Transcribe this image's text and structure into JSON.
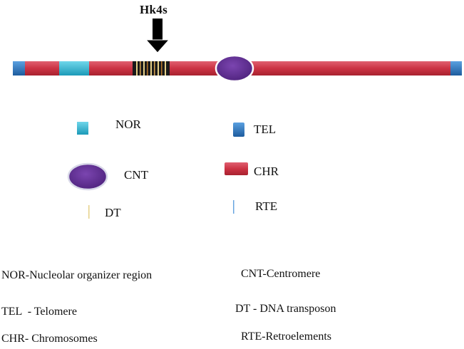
{
  "diagram": {
    "marker_label": "Hk4s",
    "colors": {
      "chromosome": "#d23a4c",
      "nor": "#29b4d0",
      "telomere": "#2a78c4",
      "centromere": "#5a2a8c",
      "dna_transposon": "#e6d088",
      "retroelement": "#6aa6e0",
      "arrow": "#000000"
    }
  },
  "legend": {
    "nor": "NOR",
    "tel": "TEL",
    "cnt": "CNT",
    "chr": "CHR",
    "dt": "DT",
    "rte": "RTE"
  },
  "key": {
    "nor": "NOR-Nucleolar organizer region",
    "cnt": "CNT-Centromere",
    "tel": "TEL  - Telomere",
    "dt": "DT - DNA transposon",
    "chr": "CHR- Chromosomes",
    "rte": "RTE-Retroelements"
  }
}
